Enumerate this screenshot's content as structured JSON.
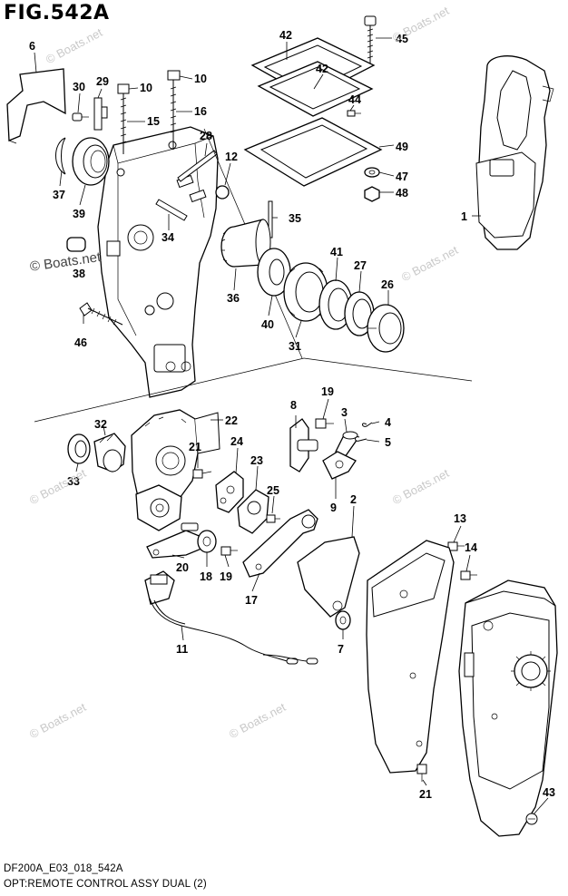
{
  "diagram": {
    "title": "FIG.542A",
    "footer_code": "DF200A_E03_018_542A",
    "footer_caption": "OPT:REMOTE CONTROL ASSY DUAL (2)",
    "watermark_text": "© Boats.net",
    "labels": {
      "p1": "1",
      "p2": "2",
      "p3": "3",
      "p4": "4",
      "p5": "5",
      "p6": "6",
      "p7": "7",
      "p8": "8",
      "p9": "9",
      "p10a": "10",
      "p10b": "10",
      "p11": "11",
      "p12": "12",
      "p13": "13",
      "p14": "14",
      "p15": "15",
      "p16": "16",
      "p17": "17",
      "p18": "18",
      "p19a": "19",
      "p19b": "19",
      "p20": "20",
      "p21a": "21",
      "p21b": "21",
      "p22": "22",
      "p23": "23",
      "p24": "24",
      "p25": "25",
      "p26": "26",
      "p27": "27",
      "p28": "28",
      "p29": "29",
      "p30": "30",
      "p31": "31",
      "p32": "32",
      "p33": "33",
      "p34": "34",
      "p35": "35",
      "p36": "36",
      "p37": "37",
      "p38": "38",
      "p39": "39",
      "p40": "40",
      "p41": "41",
      "p42a": "42",
      "p42b": "42",
      "p43": "43",
      "p44": "44",
      "p45": "45",
      "p46": "46",
      "p47": "47",
      "p48": "48",
      "p49": "49"
    }
  }
}
